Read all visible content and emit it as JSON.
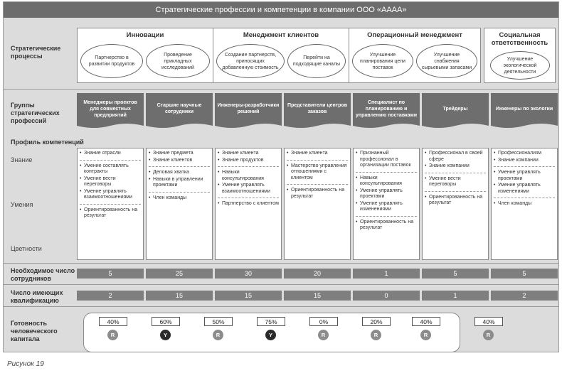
{
  "title": "Стратегические профессии и компетенции в компании ООО «АААА»",
  "labels": {
    "processes": "Стратегические процессы",
    "groups": "Группы стратегических профессий",
    "profile": "Профиль компетенций",
    "knowledge": "Знание",
    "skills": "Умения",
    "values": "Цветности",
    "needed": "Необходимое число сотрудников",
    "existing": "Число имеющих квалификацию",
    "readiness": "Готовность человеческого капитала"
  },
  "processes": [
    {
      "title": "Инновации",
      "items": [
        "Партнерство в развитии продуктов",
        "Проведение прикладных исследований"
      ]
    },
    {
      "title": "Менеджмент клиентов",
      "items": [
        "Создание партнерств, приносящих добавленную стоимость",
        "Перейти на подходящие каналы"
      ]
    },
    {
      "title": "Операционный менеджмент",
      "items": [
        "Улучшение планирования цепи поставок",
        "Улучшение снабжения сырьевыми запасами"
      ]
    },
    {
      "title": "Социальная ответственность",
      "items": [
        "Улучшение экологической деятельности"
      ]
    }
  ],
  "groups": [
    "Менеджеры проектов для совместных предприятий",
    "Старшие научные сотрудники",
    "Инженеры-разработчики решений",
    "Представители центров заказов",
    "Специалист по планированию и управлению поставками",
    "Трейдеры",
    "Инженеры по экологии"
  ],
  "competencies": [
    [
      [
        "Знание отрасли"
      ],
      [
        "Умение составлять контракты",
        "Умение вести переговоры",
        "Умение управлять взаимоотношениями"
      ],
      [
        "Ориентированность на результат"
      ]
    ],
    [
      [
        "Знание предмета",
        "Знание клиентов"
      ],
      [
        "Деловая хватка",
        "Навыки в управлении проектами"
      ],
      [
        "Член команды"
      ]
    ],
    [
      [
        "Знание клиента",
        "Знание продуктов"
      ],
      [
        "Навыки консультирования",
        "Умение управлять взаимоотношениями"
      ],
      [
        "Партнерство с клиентом"
      ]
    ],
    [
      [
        "Знание клиента"
      ],
      [
        "Мастерство управления отношениями с клиентом"
      ],
      [
        "Ориентированность на результат"
      ]
    ],
    [
      [
        "Признанный профессионал в организации поставок"
      ],
      [
        "Навыки консультирования",
        "Умение управлять проектами",
        "Умение управлять изменениями"
      ],
      [
        "Ориентированность на результат"
      ]
    ],
    [
      [
        "Профессионал в своей сфере",
        "Знание компании"
      ],
      [
        "Умение вести переговоры"
      ],
      [
        "Ориентированность на результат"
      ]
    ],
    [
      [
        "Профессионализм",
        "Знание компании"
      ],
      [
        "Умение управлять проектами",
        "Умение управлять изменениями"
      ],
      [
        "Член команды"
      ]
    ]
  ],
  "needed": [
    "5",
    "25",
    "30",
    "20",
    "1",
    "5",
    "5"
  ],
  "existing": [
    "2",
    "15",
    "15",
    "15",
    "0",
    "1",
    "2"
  ],
  "readiness": [
    {
      "pct": "40%",
      "status": "R",
      "color": "#8c8c8c"
    },
    {
      "pct": "60%",
      "status": "Y",
      "color": "#2a2a2a"
    },
    {
      "pct": "50%",
      "status": "R",
      "color": "#8c8c8c"
    },
    {
      "pct": "75%",
      "status": "Y",
      "color": "#2a2a2a"
    },
    {
      "pct": "0%",
      "status": "R",
      "color": "#8c8c8c"
    },
    {
      "pct": "20%",
      "status": "R",
      "color": "#8c8c8c"
    },
    {
      "pct": "40%",
      "status": "R",
      "color": "#8c8c8c"
    },
    {
      "pct": "40%",
      "status": "R",
      "color": "#8c8c8c"
    }
  ],
  "caption": "Рисунок 19"
}
